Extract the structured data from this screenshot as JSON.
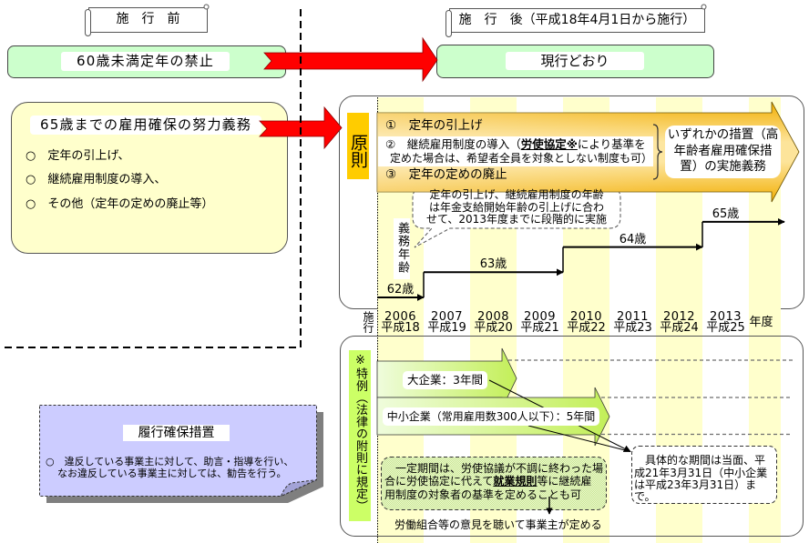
{
  "colors": {
    "prohibition_box": "#ccffcc",
    "effort_box": "#ffffcc",
    "red_arrow": "#ff0000",
    "principle_label": "#ffcc00",
    "exception_label": "#ccff66",
    "timeline_stripe": "#ffffcc",
    "compliance_box": "#ccccff"
  },
  "before": {
    "banner": "施　行　前",
    "prohibition": "60歳未満定年の禁止",
    "effort": {
      "title": "65歳までの雇用確保の努力義務",
      "items": [
        "○　定年の引上げ、",
        "○　継続雇用制度の導入、",
        "○　その他（定年の定めの廃止等）"
      ]
    }
  },
  "after": {
    "banner": "施　行　後（平成18年4月1日から施行）",
    "prohibition": "現行どおり",
    "principle": {
      "label": "原則",
      "measure_1": "①　定年の引上げ",
      "measure_2": {
        "prefix": "②　継続雇用制度の導入（",
        "emphasis": "労使協定※",
        "suffix": "により基準を",
        "line2": "定めた場合は、希望者全員を対象としない制度も可）"
      },
      "measure_3": "③　定年の定めの廃止",
      "obligation": [
        "いずれかの措置（高",
        "年齢者雇用確保措",
        "置）の実施義務"
      ],
      "callout": [
        "定年の引上げ、継続雇用制度の年齢",
        "は年金支給開始年齢の引上げに合わ",
        "せて、2013年度までに段階的に実施"
      ],
      "age_axis_label": "義務年齢",
      "steps": [
        {
          "label": "62歳",
          "age": 62,
          "from": "2006",
          "until": "2007"
        },
        {
          "label": "63歳",
          "age": 63,
          "from": "2007",
          "until": "2010"
        },
        {
          "label": "64歳",
          "age": 64,
          "from": "2010",
          "until": "2013"
        },
        {
          "label": "65歳",
          "age": 65,
          "from": "2013",
          "until": null
        }
      ]
    },
    "timeline": {
      "enforcement_label": "施行",
      "years": [
        {
          "year": "2006",
          "era": "平成18"
        },
        {
          "year": "2007",
          "era": "平成19"
        },
        {
          "year": "2008",
          "era": "平成20"
        },
        {
          "year": "2009",
          "era": "平成21"
        },
        {
          "year": "2010",
          "era": "平成22"
        },
        {
          "year": "2011",
          "era": "平成23"
        },
        {
          "year": "2012",
          "era": "平成24"
        },
        {
          "year": "2013",
          "era": "平成25"
        }
      ],
      "unit_label": "年度"
    },
    "exception": {
      "label": "※特例（法律の附則に規定）",
      "large_company": {
        "label": "大企業：3年間",
        "years": 3
      },
      "small_company": {
        "label": "中小企業（常用雇用数300人以下）：5年間",
        "years": 5
      },
      "period_note": [
        "　具体的な期間は当面、平",
        "成21年3月31日（中小企業",
        "は平成23年3月31日）ま",
        "で。"
      ],
      "rules_note": {
        "line1": "　一定期間は、労使協議が不調に終わった場",
        "line2_prefix": "合に労使協定に代えて",
        "line2_emphasis": "就業規則",
        "line2_suffix": "等に継続雇",
        "line3": "用制度の対象者の基準を定めることも可"
      },
      "union_note": "労働組合等の意見を聴いて事業主が定める"
    }
  },
  "compliance": {
    "title": "履行確保措置",
    "lines": [
      "○　違反している事業主に対して、助言・指導を行い、",
      "なお違反している事業主に対しては、勧告を行う。"
    ]
  }
}
